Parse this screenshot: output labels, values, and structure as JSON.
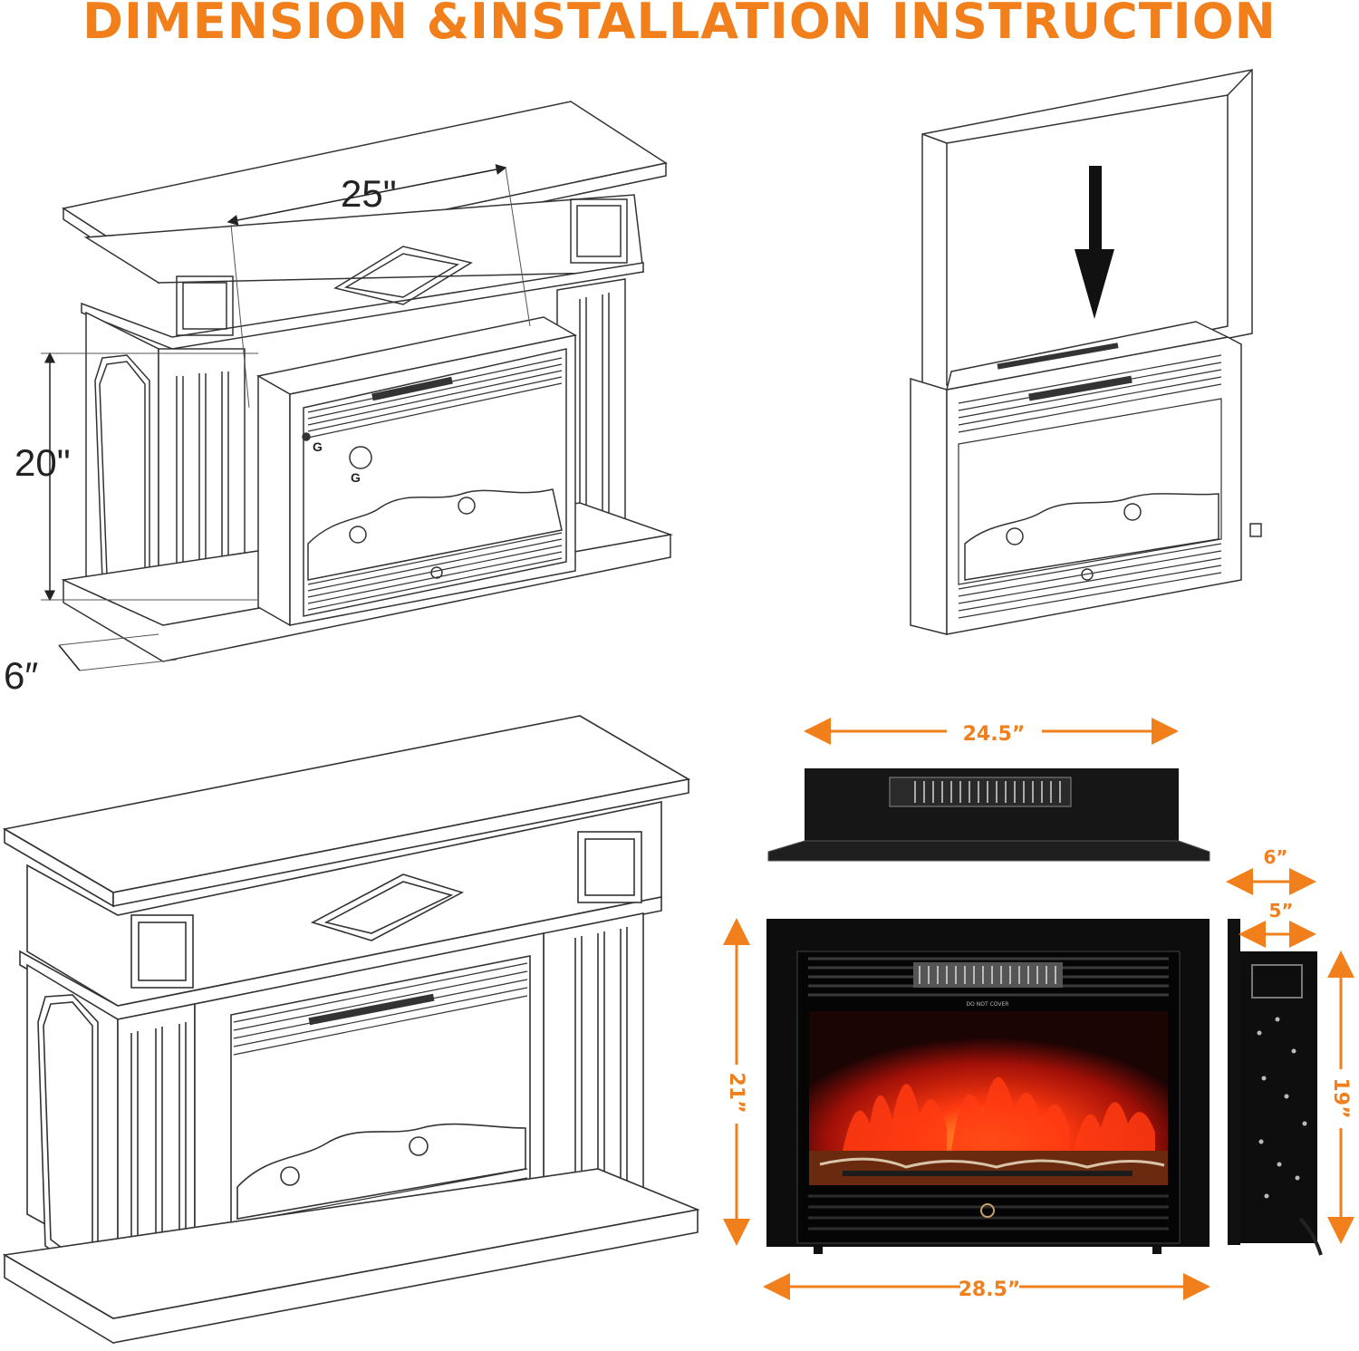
{
  "title": "DIMENSION &INSTALLATION INSTRUCTION",
  "colors": {
    "accent": "#f07f1c",
    "line": "#222222",
    "black": "#111111",
    "flame": "#e02810"
  },
  "panel_top_left": {
    "width_label": "25\"",
    "height_label": "20\"",
    "depth_label": "6″",
    "screw_label_1": "G",
    "screw_label_2": "G"
  },
  "panel_top_right": {
    "icon": "down-arrow-icon"
  },
  "panel_bottom_right": {
    "top_width_label": "24.5”",
    "front_width_label": "28.5”",
    "front_height_label": "21”",
    "side_depth_outer_label": "6”",
    "side_depth_inner_label": "5”",
    "side_height_label": "19”",
    "warning_text": "DO NOT COVER"
  }
}
